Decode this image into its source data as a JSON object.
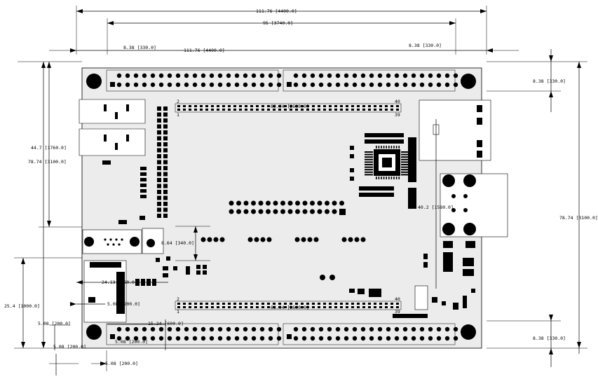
{
  "dimensions": {
    "overall_width": "111.76 [4400.0]",
    "inner_span": "95 [3740.0]",
    "left_offset": "8.38 [330.0]",
    "lower_width": "111.76 [4400.0]",
    "right_offset_top": "8.38 [330.0]",
    "right_corner_top": "8.38 [330.0]",
    "header_span": "44.7 [1760.0]",
    "overall_height_left": "78.74 [3100.0]",
    "overall_height_right": "78.74 [3100.0]",
    "connector_gap": "8.64 [340.0]",
    "vertical_25": "25.4 [1000.0]",
    "small_5_08_left": "5.08 [200.0]",
    "stacked_small": "5.08 [200.0]",
    "bottom_5_08": "5.08 [200.0]",
    "width_24_13": "24.13 [950.0]",
    "label_5_08_mid": "5.08 [200.0]",
    "width_15_24": "15.24 [600.0]",
    "bottom_5_08_b": "5.08 [200.0]",
    "upper_connector": "66.04 [2600.0]",
    "lower_connector": "66.04 [2600.0]",
    "right_module": "40.2 [1580.0]",
    "right_corner_bottom": "8.38 [330.0]"
  },
  "pin_labels": {
    "pin2_top": "2",
    "pin1_top": "1",
    "pin2_bottom": "2",
    "pin1_bottom": "1",
    "pin40_top": "40",
    "pin39_top": "39",
    "pin40_bottom": "40",
    "pin39_bottom": "39"
  }
}
